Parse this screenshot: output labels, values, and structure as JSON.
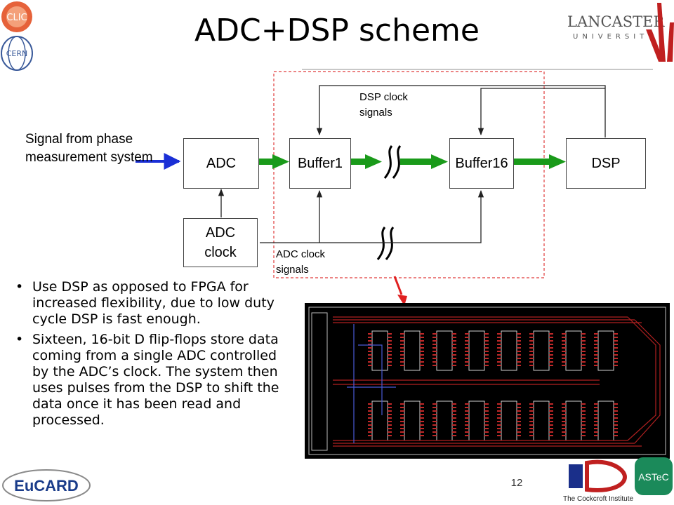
{
  "title": "ADC+DSP scheme",
  "logos": {
    "clic": "CLIC",
    "cern": "CERN",
    "lancaster": "LANCASTER",
    "university": "UNIVERSITY",
    "eucard": "EuCARD",
    "astec": "ASTeC",
    "cockcroft": "The Cockcroft Institute"
  },
  "diagram": {
    "signal_label": "Signal from phase measurement system",
    "adc": "ADC",
    "buffer1": "Buffer1",
    "buffer16": "Buffer16",
    "dsp": "DSP",
    "adc_clock": "ADC clock",
    "dsp_clock_signals": "DSP clock signals",
    "adc_clock_signals": "ADC clock signals",
    "colors": {
      "green_arrow": "#1a9a1a",
      "blue_arrow": "#1a2fd6",
      "dashed_box": "#e03a3a"
    }
  },
  "bullets": [
    "Use DSP as opposed to FPGA for increased flexibility, due to low duty cycle DSP is fast enough.",
    "Sixteen, 16-bit D flip-flops store data coming from a single ADC controlled by the ADC’s clock. The system then uses pulses from the DSP to shift the data once it has been read and processed."
  ],
  "page_number": "12"
}
